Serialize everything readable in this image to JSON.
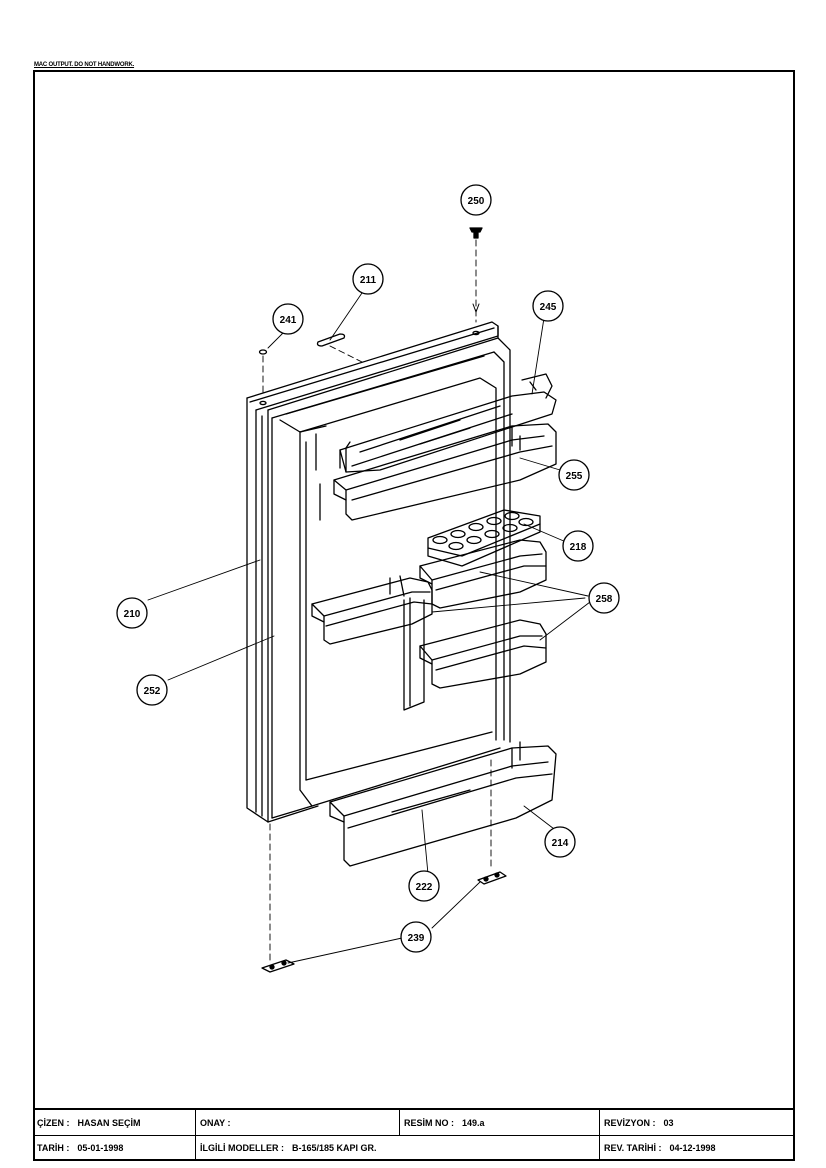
{
  "header_note": "MAC OUTPUT. DO NOT HANDWORK.",
  "callouts": {
    "c250": "250",
    "c211": "211",
    "c245": "245",
    "c241": "241",
    "c255": "255",
    "c218": "218",
    "c258": "258",
    "c210": "210",
    "c252": "252",
    "c214": "214",
    "c222": "222",
    "c239": "239"
  },
  "title_block": {
    "cizen_label": "ÇİZEN :",
    "cizen_value": "HASAN SEÇİM",
    "onay_label": "ONAY :",
    "onay_value": "",
    "resim_label": "RESİM NO :",
    "resim_value": "149.a",
    "revizyon_label": "REVİZYON :",
    "revizyon_value": "03",
    "tarih_label": "TARİH :",
    "tarih_value": "05-01-1998",
    "modeller_label": "İLGİLİ MODELLER :",
    "modeller_value": "B-165/185 KAPI GR.",
    "rev_tarihi_label": "REV. TARİHİ :",
    "rev_tarihi_value": "04-12-1998"
  }
}
